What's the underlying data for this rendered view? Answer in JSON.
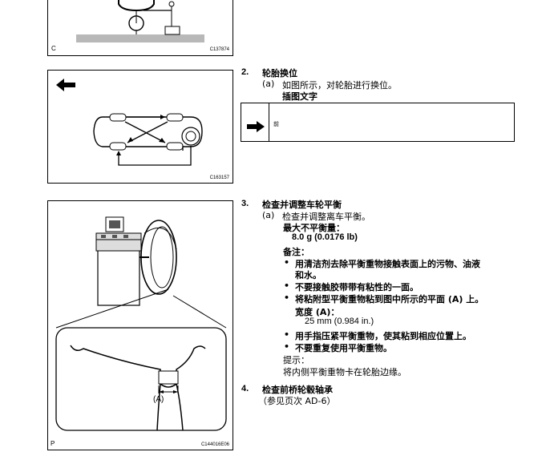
{
  "fig1": {
    "corner_letter": "C",
    "id": "C137874"
  },
  "fig2": {
    "id": "C163157"
  },
  "fig3": {
    "corner_letter": "P",
    "id": "C144016E06",
    "dim_label": "(A)"
  },
  "step2": {
    "number": "2.",
    "title": "轮胎换位",
    "sub_letter": "(a)",
    "sub_text": "如图所示，对轮胎进行换位。",
    "caption_heading": "插图文字",
    "legend_rows": [
      {
        "icon": "front-arrow-icon",
        "text": "前"
      }
    ]
  },
  "step3": {
    "number": "3.",
    "title": "检查并调整车轮平衡",
    "sub_letter": "(a)",
    "sub_text": "检查并调整离车平衡。",
    "spec_label": "最大不平衡量：",
    "spec_value": "8.0 g (0.0176 lb)",
    "notice_label": "备注：",
    "bullets": [
      "用清洁剂去除平衡重物接触表面上的污物、油液",
      "不要接触胶带带有粘性的一面。",
      "将粘附型平衡重物粘到图中所示的平面 (A) 上。",
      "用手指压紧平衡重物，使其粘到相应位置上。",
      "不要重复使用平衡重物。"
    ],
    "bullet1_cont": "和水。",
    "width_label": "宽度 (A)：",
    "width_value": "25 mm (0.984 in.)",
    "hint_label": "提示：",
    "hint_text": "将内侧平衡重物卡在轮胎边缘。"
  },
  "step4": {
    "number": "4.",
    "title": "检查前桥轮毂轴承",
    "ref": "（参见页次 AD-6）"
  }
}
